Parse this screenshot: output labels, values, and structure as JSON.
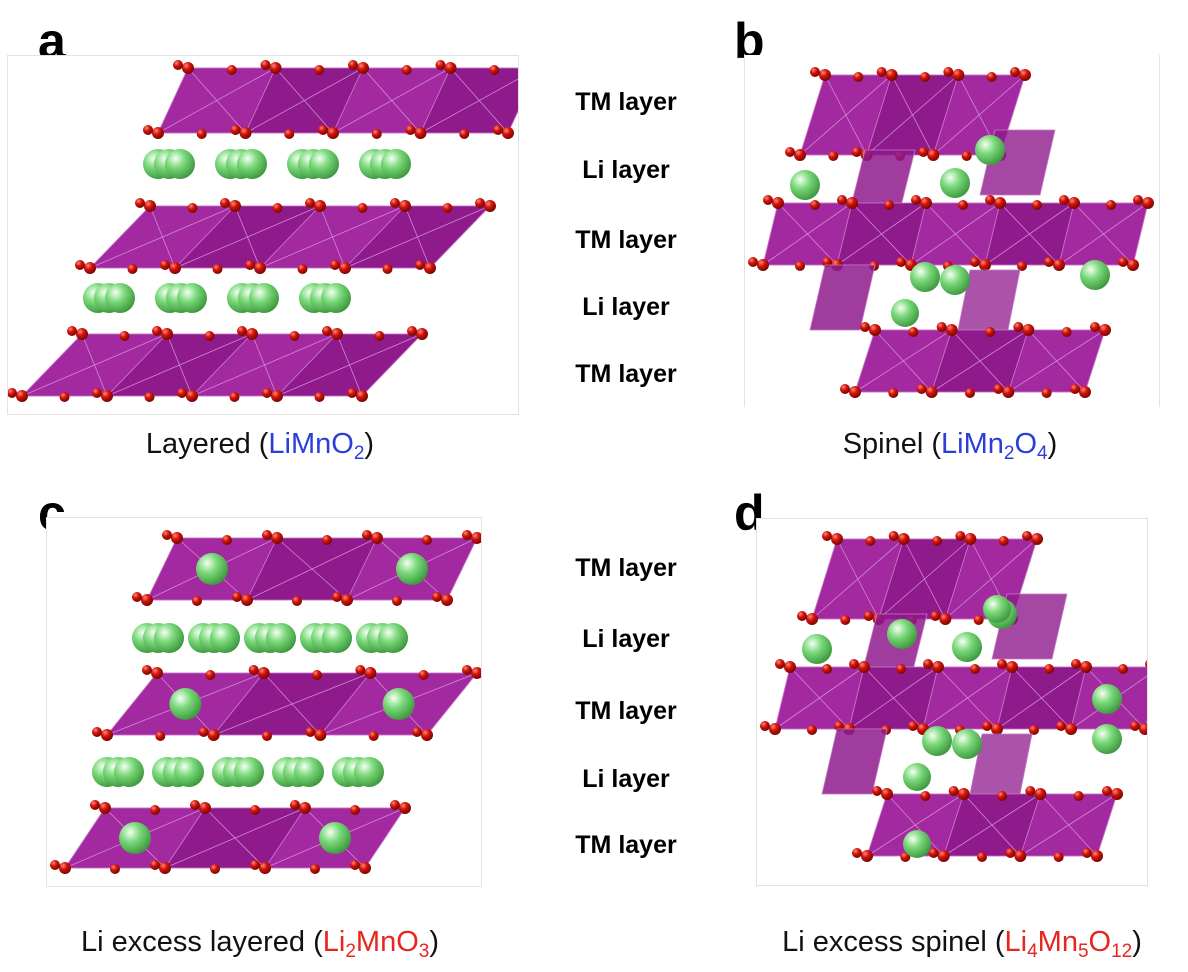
{
  "panels": [
    {
      "id": "a",
      "letter": "a",
      "caption": {
        "prefix": "Layered (",
        "formula": [
          {
            "t": "LiMn"
          },
          {
            "t": "O"
          },
          {
            "sub": "2"
          }
        ],
        "formula_color": "#2a3ed8",
        "suffix": ")"
      }
    },
    {
      "id": "b",
      "letter": "b",
      "caption": {
        "prefix": "Spinel (",
        "formula": [
          {
            "t": "LiMn"
          },
          {
            "sub": "2"
          },
          {
            "t": "O"
          },
          {
            "sub": "4"
          }
        ],
        "formula_color": "#2a3ed8",
        "suffix": ")"
      }
    },
    {
      "id": "c",
      "letter": "c",
      "caption": {
        "prefix": "Li excess layered (",
        "formula": [
          {
            "t": "Li"
          },
          {
            "sub": "2"
          },
          {
            "t": "MnO"
          },
          {
            "sub": "3"
          }
        ],
        "formula_color": "#e8251f",
        "suffix": ")"
      }
    },
    {
      "id": "d",
      "letter": "d",
      "caption": {
        "prefix": "Li excess spinel (",
        "formula": [
          {
            "t": "Li"
          },
          {
            "sub": "4"
          },
          {
            "t": "Mn"
          },
          {
            "sub": "5"
          },
          {
            "t": "O"
          },
          {
            "sub": "12"
          }
        ],
        "formula_color": "#e8251f",
        "suffix": ")"
      }
    }
  ],
  "layer_labels_top": [
    "TM layer",
    "Li layer",
    "TM layer",
    "Li layer",
    "TM layer"
  ],
  "layer_labels_bottom": [
    "TM layer",
    "Li layer",
    "TM layer",
    "Li layer",
    "TM layer"
  ],
  "colors": {
    "octahedron": "#8e1a8c",
    "octahedron_light": "#a52aa3",
    "oxygen": "#d3140c",
    "lithium": "#79d879",
    "formula_blue": "#2a3ed8",
    "formula_red": "#e8251f"
  }
}
